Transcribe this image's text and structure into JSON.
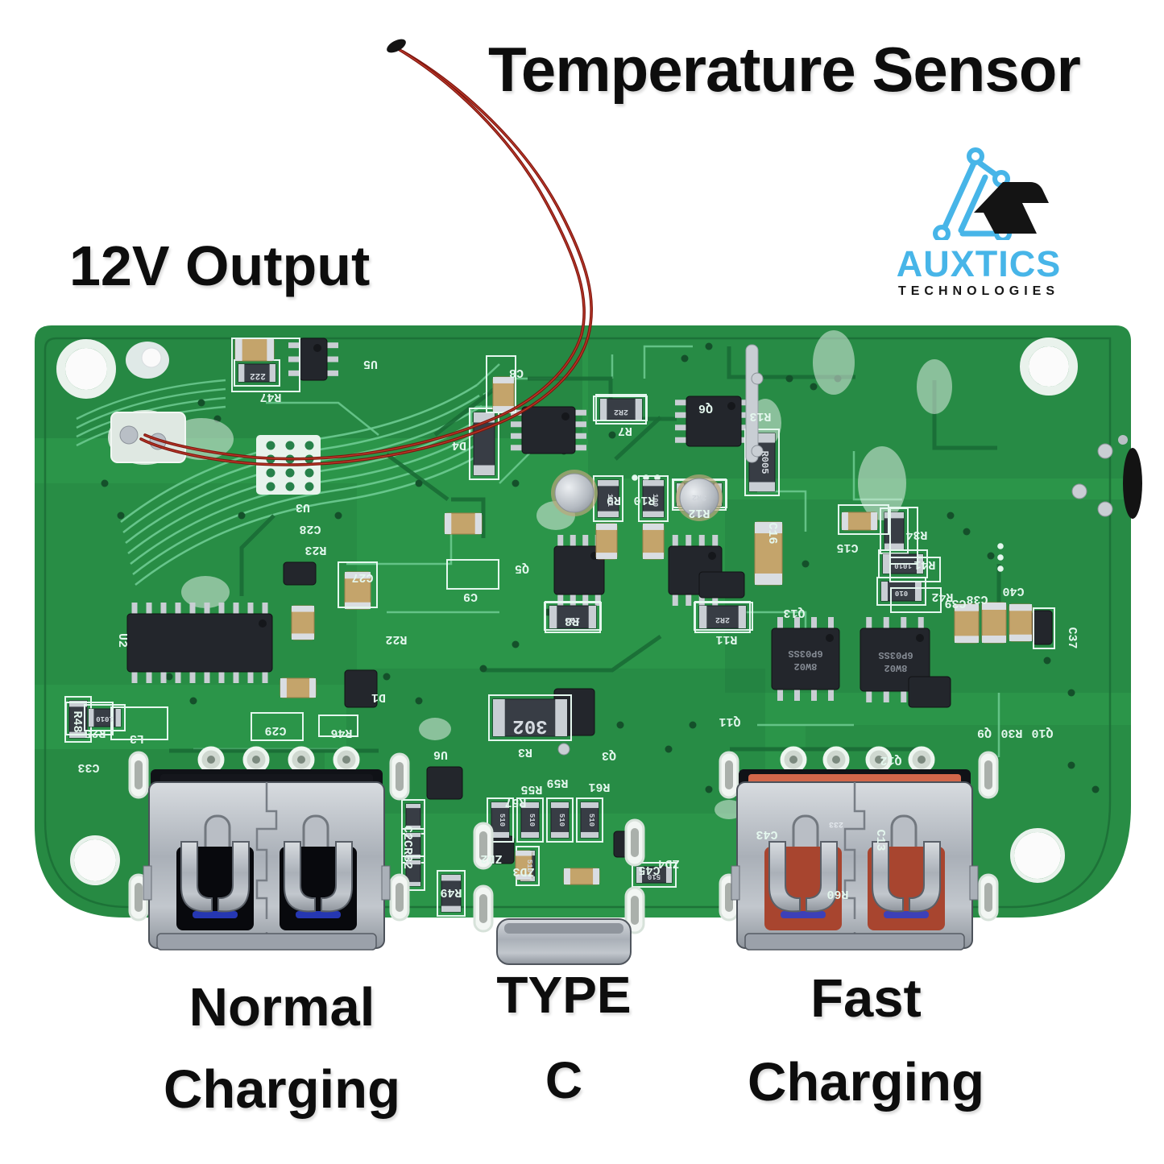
{
  "annotations": {
    "temperature_sensor": "Temperature Sensor",
    "output_12v": "12V Output",
    "normal_line1": "Normal",
    "normal_line2": "Charging",
    "typec_line1": "TYPE",
    "typec_line2": "C",
    "fast_line1": "Fast",
    "fast_line2": "Charging"
  },
  "logo": {
    "name": "AUXTICS",
    "subtitle": "TECHNOLOGIES"
  },
  "colors": {
    "background": "#ffffff",
    "ink": "#0d0d0d",
    "logo_blue": "#47b5e8",
    "board_green": "#2b9549",
    "board_green_dark": "#1a6b35",
    "trace_light": "#6ecb92",
    "silkscreen": "#e4f7ee",
    "chip_dark": "#23262c",
    "usb_normal_insert": "#15161c",
    "usb_fast_insert": "#d2674a",
    "wire_red": "#7e150e",
    "pad_tan": "#c4a46b",
    "metal_light": "#d6dade",
    "metal_dark": "#9aa0a9"
  },
  "pcb": {
    "silkscreen_refs": [
      [
        "U5",
        460,
        448
      ],
      [
        "R47",
        336,
        489
      ],
      [
        "C8",
        641,
        459
      ],
      [
        "D4",
        570,
        549
      ],
      [
        "Q6",
        876,
        503
      ],
      [
        "R13",
        944,
        513
      ],
      [
        "R7",
        776,
        531
      ],
      [
        "R12",
        868,
        633
      ],
      [
        "R9",
        762,
        617
      ],
      [
        "R10",
        800,
        617
      ],
      [
        "C16",
        955,
        662,
        90
      ],
      [
        "Q5",
        648,
        702
      ],
      [
        "C9",
        584,
        737
      ],
      [
        "R8",
        710,
        767
      ],
      [
        "R11",
        902,
        790
      ],
      [
        "C15",
        1052,
        676
      ],
      [
        "R34",
        1138,
        660
      ],
      [
        "R41",
        1148,
        697
      ],
      [
        "R42",
        1170,
        737
      ],
      [
        "C39",
        1186,
        745
      ],
      [
        "C38",
        1213,
        740
      ],
      [
        "C40",
        1258,
        730
      ],
      [
        "C37",
        1327,
        792,
        90
      ],
      [
        "U3",
        376,
        626
      ],
      [
        "C28",
        385,
        653
      ],
      [
        "R23",
        392,
        679
      ],
      [
        "C27",
        450,
        713
      ],
      [
        "R22",
        492,
        790
      ],
      [
        "U2",
        148,
        795,
        90
      ],
      [
        "D1",
        470,
        862
      ],
      [
        "C29",
        342,
        903
      ],
      [
        "R46",
        424,
        906
      ],
      [
        "U6",
        547,
        933
      ],
      [
        "R25",
        118,
        906
      ],
      [
        "L3",
        170,
        913
      ],
      [
        "C33",
        110,
        949
      ],
      [
        "R48",
        92,
        896,
        90
      ],
      [
        "R3",
        652,
        930
      ],
      [
        "Q3",
        756,
        934
      ],
      [
        "Q11",
        906,
        892
      ],
      [
        "Q13",
        986,
        757
      ],
      [
        "Q12",
        1106,
        940
      ],
      [
        "Q9",
        1222,
        906
      ],
      [
        "R30",
        1256,
        906
      ],
      [
        "Q10",
        1294,
        906
      ],
      [
        "C13",
        1089,
        1043,
        90
      ],
      [
        "R60",
        1040,
        1106
      ],
      [
        "ZD2",
        610,
        1062
      ],
      [
        "ZD3",
        650,
        1078
      ],
      [
        "ZD4",
        830,
        1068
      ],
      [
        "C45",
        806,
        1076
      ],
      [
        "C43",
        952,
        1032
      ],
      [
        "R57",
        640,
        992
      ],
      [
        "R55",
        660,
        976
      ],
      [
        "R59",
        692,
        968
      ],
      [
        "R61",
        744,
        973
      ],
      [
        "R49",
        560,
        1104
      ],
      [
        "C2CR32",
        502,
        1052,
        90
      ]
    ],
    "chip_markings": [
      [
        "6P03SS",
        1000,
        808,
        180,
        12,
        "#858b94"
      ],
      [
        "8W02",
        1000,
        824,
        180,
        12,
        "#858b94"
      ],
      [
        "6P03SS",
        1112,
        810,
        180,
        12,
        "#858b94"
      ],
      [
        "8W02",
        1112,
        826,
        180,
        12,
        "#858b94"
      ],
      [
        "302",
        658,
        895,
        180,
        24,
        "#d6dbe1"
      ],
      [
        "R005",
        946,
        574,
        90,
        12,
        "#d6dbe1"
      ],
      [
        "222",
        320,
        464,
        180,
        11,
        "#d6dbe1"
      ],
      [
        "2R2",
        771,
        509,
        180,
        10,
        "#cfd4da"
      ],
      [
        "2R2",
        711,
        767,
        180,
        10,
        "#cfd4da"
      ],
      [
        "2R2",
        897,
        767,
        180,
        10,
        "#cfd4da"
      ],
      [
        "3R2",
        868,
        615,
        180,
        10,
        "#cfd4da"
      ],
      [
        "101",
        755,
        621,
        90,
        9,
        "#cfd4da"
      ],
      [
        "100",
        811,
        621,
        90,
        9,
        "#cfd4da"
      ],
      [
        "510",
        621,
        1018,
        90,
        9,
        "#cfd4da"
      ],
      [
        "510",
        658,
        1018,
        90,
        9,
        "#cfd4da"
      ],
      [
        "510",
        695,
        1018,
        90,
        9,
        "#cfd4da"
      ],
      [
        "510",
        732,
        1018,
        90,
        9,
        "#cfd4da"
      ],
      [
        "510",
        812,
        1086,
        180,
        9,
        "#cfd4da"
      ],
      [
        "510",
        655,
        1075,
        90,
        9,
        "#cfd4da"
      ],
      [
        "233",
        1038,
        1021,
        180,
        10,
        "#e2e7ec"
      ],
      [
        "1010",
        130,
        890,
        180,
        9,
        "#d6dbe1"
      ],
      [
        "1010",
        1121,
        700,
        180,
        9,
        "#d6dbe1"
      ],
      [
        "010",
        1119,
        734,
        180,
        9,
        "#d6dbe1"
      ]
    ]
  }
}
